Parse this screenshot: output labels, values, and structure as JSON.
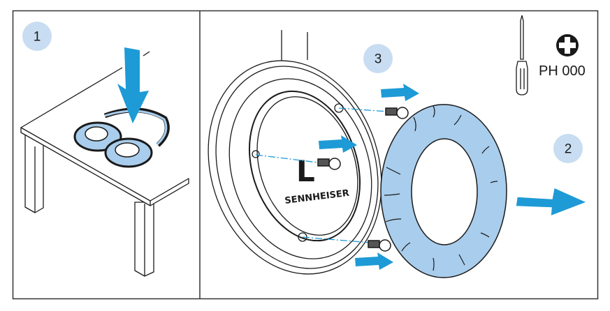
{
  "colors": {
    "accent": "#1e9ad6",
    "badge": "#c8ddf1",
    "pad": "#a9cdec",
    "line": "#1a1a1a"
  },
  "steps": [
    {
      "label": "1"
    },
    {
      "label": "2"
    },
    {
      "label": "3"
    }
  ],
  "tool": {
    "icon": "phillips-screwdriver-icon",
    "size_label": "PH 000"
  },
  "earcup": {
    "side_letter": "L",
    "brand": "SENNHEISER"
  }
}
